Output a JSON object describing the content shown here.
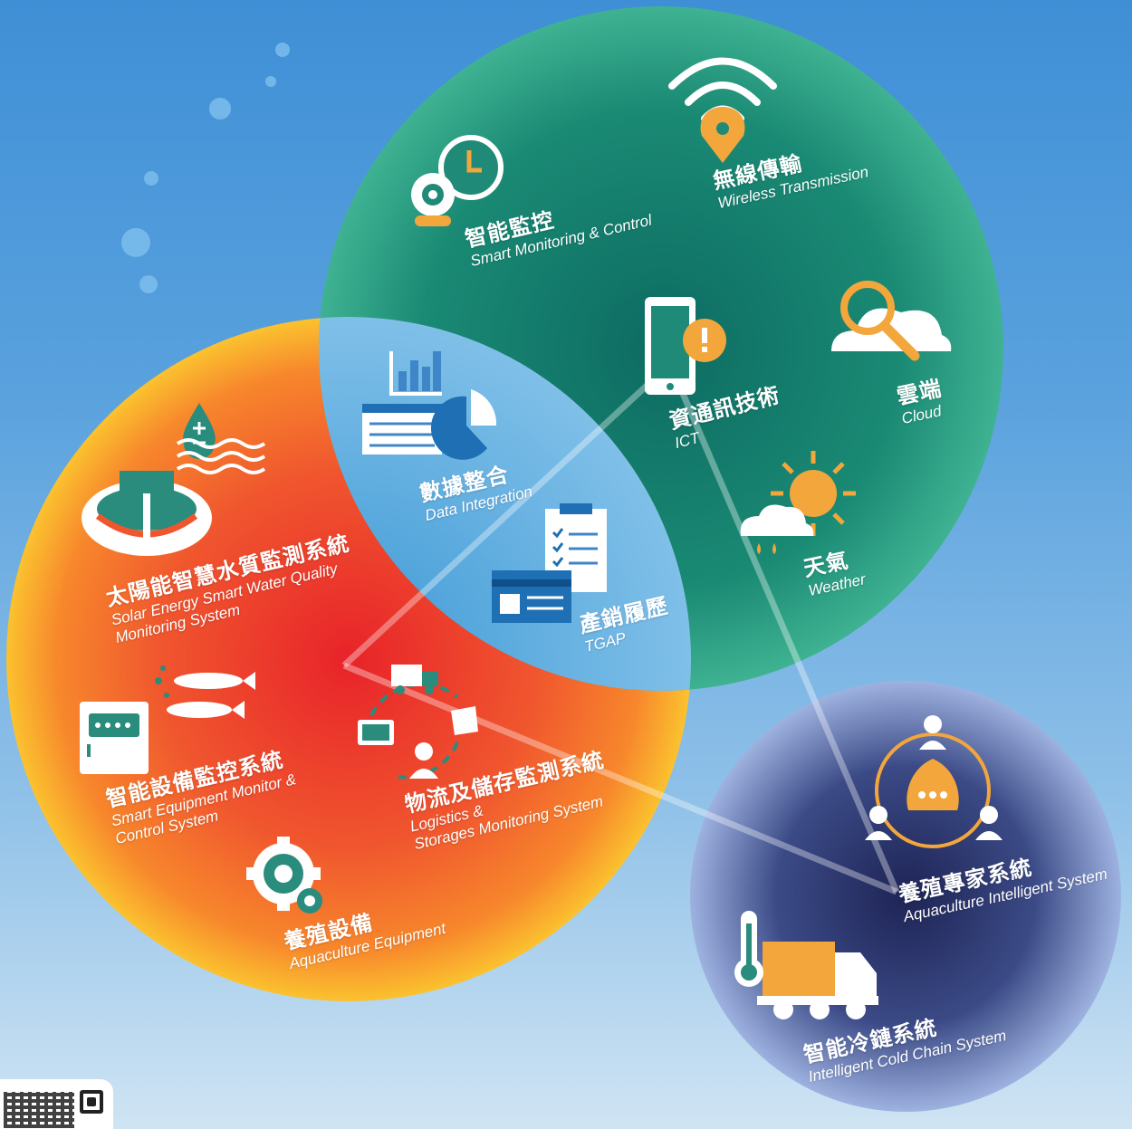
{
  "colors": {
    "ict_circle": "#1f8a78",
    "equipment_circle": "#f0622f",
    "expert_circle": "#3f4f8a",
    "overlap": "#5cb0e4",
    "icon_accent": "#f3a63b"
  },
  "nodes": {
    "smart_monitoring": {
      "zh": "智能監控",
      "en": "Smart Monitoring & Control"
    },
    "wireless": {
      "zh": "無線傳輸",
      "en": "Wireless Transmission"
    },
    "ict": {
      "zh": "資通訊技術",
      "en": "ICT"
    },
    "cloud": {
      "zh": "雲端",
      "en": "Cloud"
    },
    "weather": {
      "zh": "天氣",
      "en": "Weather"
    },
    "data_integration": {
      "zh": "數據整合",
      "en": "Data Integration"
    },
    "tgap": {
      "zh": "產銷履歷",
      "en": "TGAP"
    },
    "solar": {
      "zh": "太陽能智慧水質監測系統",
      "en1": "Solar Energy Smart Water Quality",
      "en2": "Monitoring System"
    },
    "equipment_monitor": {
      "zh": "智能設備監控系統",
      "en1": "Smart Equipment Monitor &",
      "en2": "Control System"
    },
    "logistics": {
      "zh": "物流及儲存監測系統",
      "en1": "Logistics &",
      "en2": "Storages Monitoring System"
    },
    "aqua_equipment": {
      "zh": "養殖設備",
      "en": "Aquaculture Equipment"
    },
    "expert_system": {
      "zh": "養殖專家系統",
      "en": "Aquaculture Intelligent System"
    },
    "cold_chain": {
      "zh": "智能冷鏈系統",
      "en": "Intelligent Cold Chain System"
    }
  }
}
